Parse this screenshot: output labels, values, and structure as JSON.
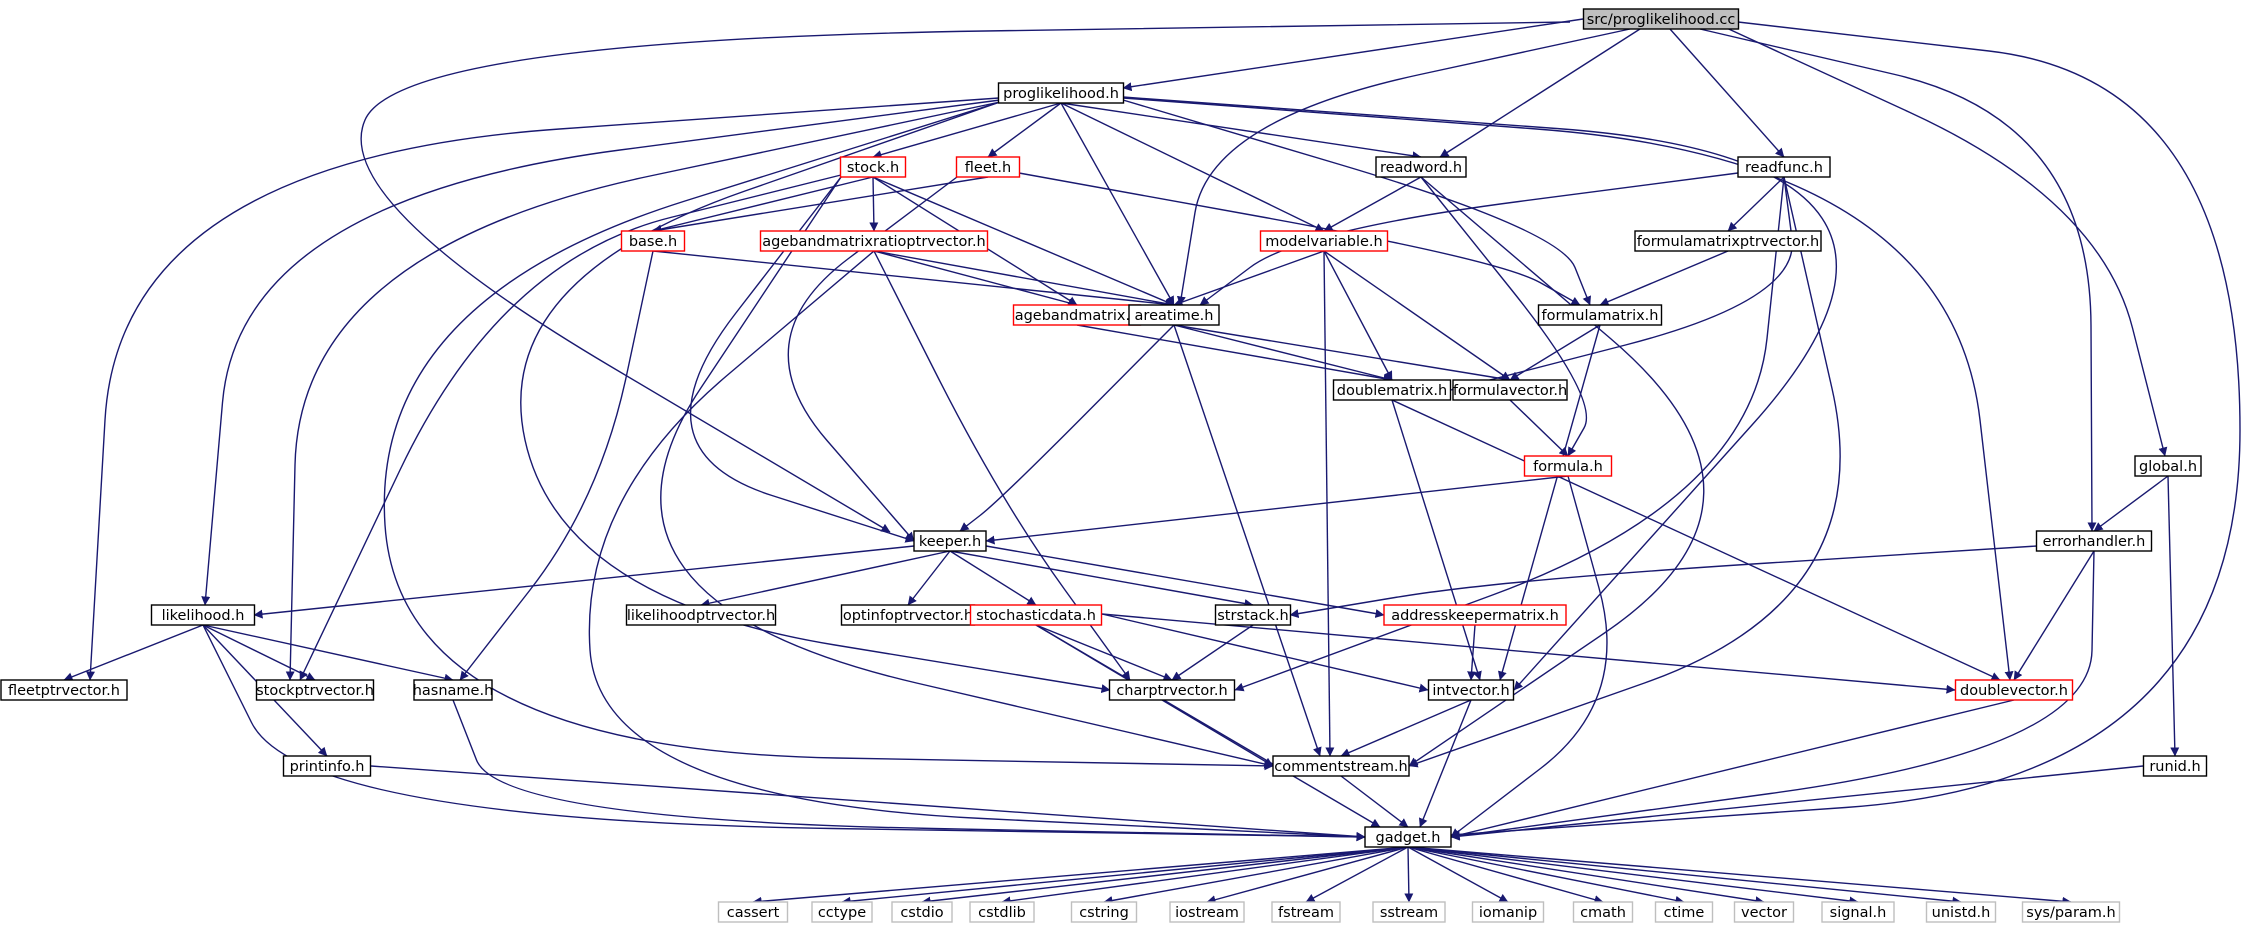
{
  "diagram": {
    "colors": {
      "edge": "#191970",
      "border_normal": "#000000",
      "border_truncated": "#ff0000",
      "border_system": "#bfbfbf",
      "root_fill": "#bfbfbf",
      "node_fill": "#ffffff"
    },
    "nodes": [
      {
        "id": "root",
        "label": "src/proglikelihood.cc",
        "kind": "root"
      },
      {
        "id": "proglikelihood",
        "label": "proglikelihood.h",
        "kind": "normal"
      },
      {
        "id": "stock",
        "label": "stock.h",
        "kind": "truncated"
      },
      {
        "id": "fleet",
        "label": "fleet.h",
        "kind": "truncated"
      },
      {
        "id": "readword",
        "label": "readword.h",
        "kind": "normal"
      },
      {
        "id": "readfunc",
        "label": "readfunc.h",
        "kind": "normal"
      },
      {
        "id": "base",
        "label": "base.h",
        "kind": "truncated"
      },
      {
        "id": "agebandratio",
        "label": "agebandmatrixratioptrvector.h",
        "kind": "truncated"
      },
      {
        "id": "modelvariable",
        "label": "modelvariable.h",
        "kind": "truncated"
      },
      {
        "id": "formulamatrixptrvector",
        "label": "formulamatrixptrvector.h",
        "kind": "normal"
      },
      {
        "id": "agebandmatrix",
        "label": "agebandmatrix.h",
        "kind": "truncated"
      },
      {
        "id": "areatime",
        "label": "areatime.h",
        "kind": "normal"
      },
      {
        "id": "formulamatrix",
        "label": "formulamatrix.h",
        "kind": "normal"
      },
      {
        "id": "doublematrix",
        "label": "doublematrix.h",
        "kind": "normal"
      },
      {
        "id": "formulavector",
        "label": "formulavector.h",
        "kind": "normal"
      },
      {
        "id": "formula",
        "label": "formula.h",
        "kind": "truncated"
      },
      {
        "id": "global",
        "label": "global.h",
        "kind": "normal"
      },
      {
        "id": "keeper",
        "label": "keeper.h",
        "kind": "normal"
      },
      {
        "id": "errorhandler",
        "label": "errorhandler.h",
        "kind": "normal"
      },
      {
        "id": "likelihood",
        "label": "likelihood.h",
        "kind": "normal"
      },
      {
        "id": "likelihoodptr",
        "label": "likelihoodptrvector.h",
        "kind": "normal"
      },
      {
        "id": "optinfoptr",
        "label": "optinfoptrvector.h",
        "kind": "normal"
      },
      {
        "id": "stochasticdata",
        "label": "stochasticdata.h",
        "kind": "truncated"
      },
      {
        "id": "strstack",
        "label": "strstack.h",
        "kind": "normal"
      },
      {
        "id": "addresskeeper",
        "label": "addresskeepermatrix.h",
        "kind": "truncated"
      },
      {
        "id": "fleetptr",
        "label": "fleetptrvector.h",
        "kind": "normal"
      },
      {
        "id": "stockptr",
        "label": "stockptrvector.h",
        "kind": "normal"
      },
      {
        "id": "hasname",
        "label": "hasname.h",
        "kind": "normal"
      },
      {
        "id": "charptr",
        "label": "charptrvector.h",
        "kind": "normal"
      },
      {
        "id": "intvector",
        "label": "intvector.h",
        "kind": "normal"
      },
      {
        "id": "doublevector",
        "label": "doublevector.h",
        "kind": "truncated"
      },
      {
        "id": "printinfo",
        "label": "printinfo.h",
        "kind": "normal"
      },
      {
        "id": "commentstream",
        "label": "commentstream.h",
        "kind": "normal"
      },
      {
        "id": "runid",
        "label": "runid.h",
        "kind": "normal"
      },
      {
        "id": "gadget",
        "label": "gadget.h",
        "kind": "normal"
      },
      {
        "id": "cassert",
        "label": "cassert",
        "kind": "system"
      },
      {
        "id": "cctype",
        "label": "cctype",
        "kind": "system"
      },
      {
        "id": "cstdio",
        "label": "cstdio",
        "kind": "system"
      },
      {
        "id": "cstdlib",
        "label": "cstdlib",
        "kind": "system"
      },
      {
        "id": "cstring",
        "label": "cstring",
        "kind": "system"
      },
      {
        "id": "iostream",
        "label": "iostream",
        "kind": "system"
      },
      {
        "id": "fstream",
        "label": "fstream",
        "kind": "system"
      },
      {
        "id": "sstream",
        "label": "sstream",
        "kind": "system"
      },
      {
        "id": "iomanip",
        "label": "iomanip",
        "kind": "system"
      },
      {
        "id": "cmath",
        "label": "cmath",
        "kind": "system"
      },
      {
        "id": "ctime",
        "label": "ctime",
        "kind": "system"
      },
      {
        "id": "vector",
        "label": "vector",
        "kind": "system"
      },
      {
        "id": "signal",
        "label": "signal.h",
        "kind": "system"
      },
      {
        "id": "unistd",
        "label": "unistd.h",
        "kind": "system"
      },
      {
        "id": "sysparam",
        "label": "sys/param.h",
        "kind": "system"
      }
    ],
    "edges": [
      [
        "root",
        "proglikelihood"
      ],
      [
        "root",
        "keeper"
      ],
      [
        "root",
        "areatime"
      ],
      [
        "root",
        "readword"
      ],
      [
        "root",
        "readfunc"
      ],
      [
        "root",
        "errorhandler"
      ],
      [
        "root",
        "global"
      ],
      [
        "root",
        "gadget"
      ],
      [
        "proglikelihood",
        "stock"
      ],
      [
        "proglikelihood",
        "fleet"
      ],
      [
        "proglikelihood",
        "readword"
      ],
      [
        "proglikelihood",
        "areatime"
      ],
      [
        "proglikelihood",
        "modelvariable"
      ],
      [
        "proglikelihood",
        "formulamatrix"
      ],
      [
        "proglikelihood",
        "likelihood"
      ],
      [
        "proglikelihood",
        "fleetptr"
      ],
      [
        "proglikelihood",
        "stockptr"
      ],
      [
        "proglikelihood",
        "charptr"
      ],
      [
        "proglikelihood",
        "commentstream"
      ],
      [
        "proglikelihood",
        "doublevector"
      ],
      [
        "proglikelihood",
        "intvector"
      ],
      [
        "stock",
        "base"
      ],
      [
        "stock",
        "agebandratio"
      ],
      [
        "stock",
        "agebandmatrix"
      ],
      [
        "stock",
        "areatime"
      ],
      [
        "stock",
        "stockptr"
      ],
      [
        "stock",
        "keeper"
      ],
      [
        "stock",
        "commentstream"
      ],
      [
        "fleet",
        "base"
      ],
      [
        "fleet",
        "formulamatrix"
      ],
      [
        "fleet",
        "keeper"
      ],
      [
        "readword",
        "modelvariable"
      ],
      [
        "readword",
        "formula"
      ],
      [
        "readword",
        "commentstream"
      ],
      [
        "readfunc",
        "formulamatrixptrvector"
      ],
      [
        "readfunc",
        "areatime"
      ],
      [
        "readfunc",
        "doublematrix"
      ],
      [
        "readfunc",
        "charptr"
      ],
      [
        "readfunc",
        "commentstream"
      ],
      [
        "base",
        "areatime"
      ],
      [
        "base",
        "hasname"
      ],
      [
        "agebandratio",
        "agebandmatrix"
      ],
      [
        "agebandratio",
        "areatime"
      ],
      [
        "agebandratio",
        "charptr"
      ],
      [
        "agebandratio",
        "gadget"
      ],
      [
        "modelvariable",
        "areatime"
      ],
      [
        "modelvariable",
        "doublematrix"
      ],
      [
        "modelvariable",
        "formulavector"
      ],
      [
        "modelvariable",
        "commentstream"
      ],
      [
        "formulamatrixptrvector",
        "formulamatrix"
      ],
      [
        "agebandmatrix",
        "doublematrix"
      ],
      [
        "areatime",
        "doublematrix"
      ],
      [
        "areatime",
        "formulavector"
      ],
      [
        "areatime",
        "keeper"
      ],
      [
        "areatime",
        "commentstream"
      ],
      [
        "formulamatrix",
        "formulavector"
      ],
      [
        "formulamatrix",
        "intvector"
      ],
      [
        "doublematrix",
        "intvector"
      ],
      [
        "doublematrix",
        "doublevector"
      ],
      [
        "formulavector",
        "formula"
      ],
      [
        "formula",
        "keeper"
      ],
      [
        "formula",
        "gadget"
      ],
      [
        "global",
        "errorhandler"
      ],
      [
        "global",
        "runid"
      ],
      [
        "errorhandler",
        "strstack"
      ],
      [
        "errorhandler",
        "doublevector"
      ],
      [
        "errorhandler",
        "gadget"
      ],
      [
        "keeper",
        "likelihood"
      ],
      [
        "keeper",
        "likelihoodptr"
      ],
      [
        "keeper",
        "optinfoptr"
      ],
      [
        "keeper",
        "stochasticdata"
      ],
      [
        "keeper",
        "strstack"
      ],
      [
        "keeper",
        "addresskeeper"
      ],
      [
        "likelihood",
        "fleetptr"
      ],
      [
        "likelihood",
        "stockptr"
      ],
      [
        "likelihood",
        "hasname"
      ],
      [
        "likelihood",
        "printinfo"
      ],
      [
        "likelihood",
        "gadget"
      ],
      [
        "stochasticdata",
        "charptr"
      ],
      [
        "stochasticdata",
        "intvector"
      ],
      [
        "stochasticdata",
        "doublevector"
      ],
      [
        "stochasticdata",
        "commentstream"
      ],
      [
        "stochasticdata",
        "gadget"
      ],
      [
        "strstack",
        "charptr"
      ],
      [
        "addresskeeper",
        "intvector"
      ],
      [
        "hasname",
        "gadget"
      ],
      [
        "intvector",
        "commentstream"
      ],
      [
        "intvector",
        "gadget"
      ],
      [
        "doublevector",
        "gadget"
      ],
      [
        "printinfo",
        "gadget"
      ],
      [
        "commentstream",
        "gadget"
      ],
      [
        "runid",
        "gadget"
      ],
      [
        "gadget",
        "cassert"
      ],
      [
        "gadget",
        "cctype"
      ],
      [
        "gadget",
        "cstdio"
      ],
      [
        "gadget",
        "cstdlib"
      ],
      [
        "gadget",
        "cstring"
      ],
      [
        "gadget",
        "iostream"
      ],
      [
        "gadget",
        "fstream"
      ],
      [
        "gadget",
        "sstream"
      ],
      [
        "gadget",
        "iomanip"
      ],
      [
        "gadget",
        "cmath"
      ],
      [
        "gadget",
        "ctime"
      ],
      [
        "gadget",
        "vector"
      ],
      [
        "gadget",
        "signal"
      ],
      [
        "gadget",
        "unistd"
      ],
      [
        "gadget",
        "sysparam"
      ]
    ]
  }
}
